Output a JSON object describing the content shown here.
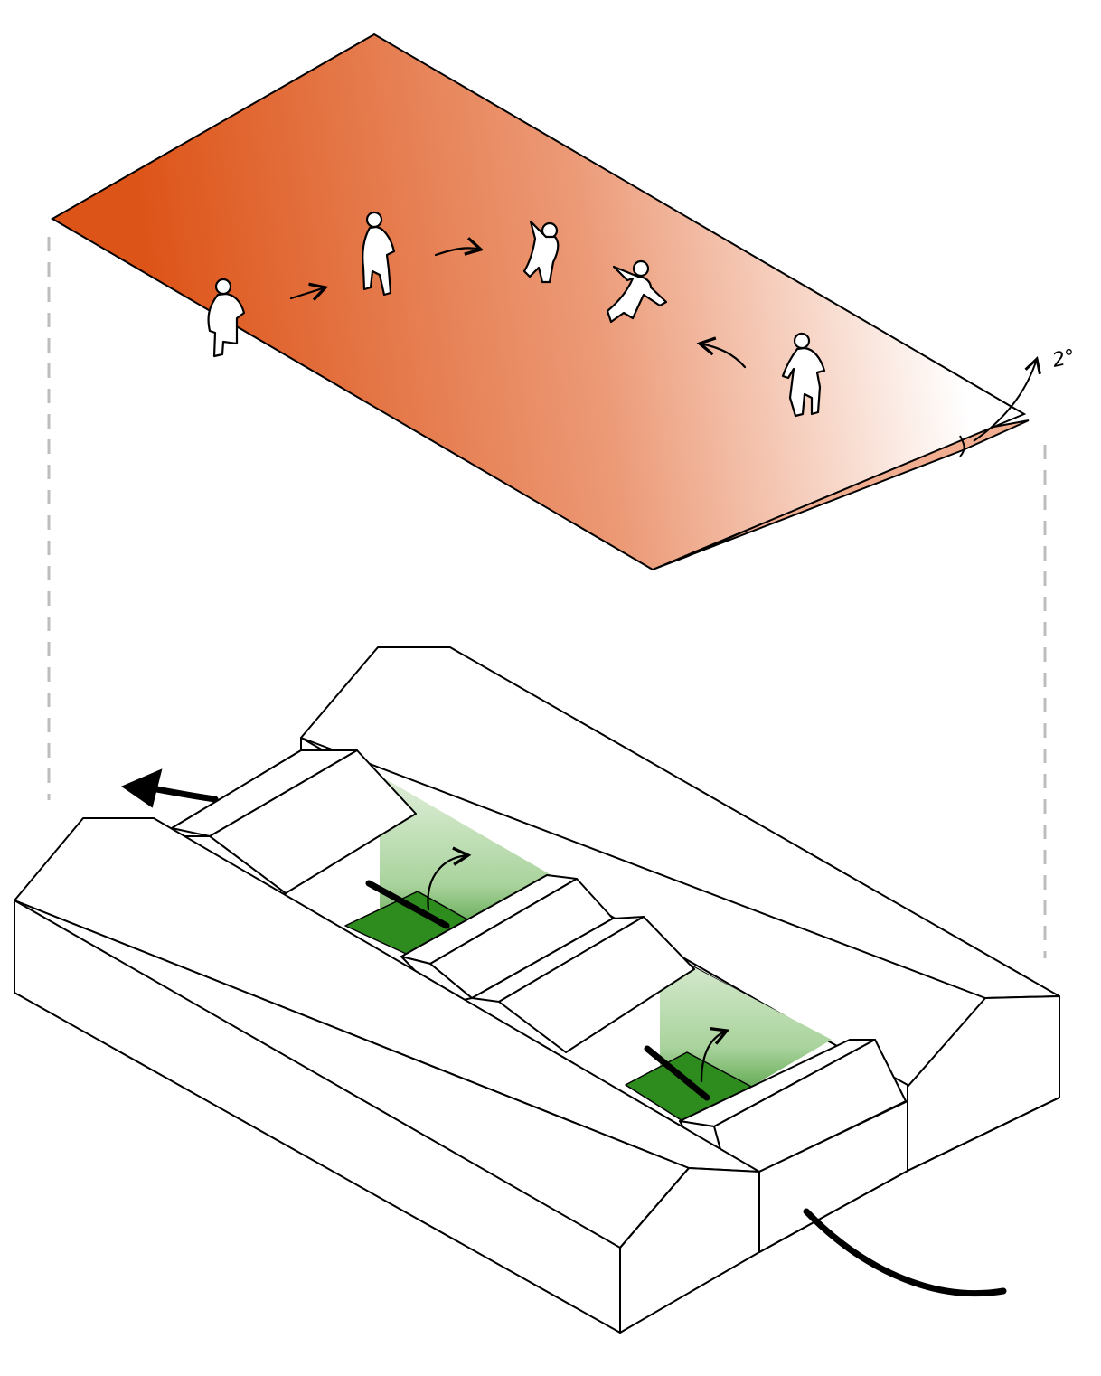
{
  "diagram": {
    "angle_label": "2°",
    "colors": {
      "roof_dark": "#dd5418",
      "roof_light": "#ffffff",
      "garden_dark": "#2e8b1e",
      "garden_light": "#cfe6c6",
      "outline": "#000000",
      "guide": "#bdbdbd"
    },
    "figures": [
      "person-standing",
      "person-walking",
      "person-jumping",
      "person-dancing",
      "person-walking"
    ]
  }
}
